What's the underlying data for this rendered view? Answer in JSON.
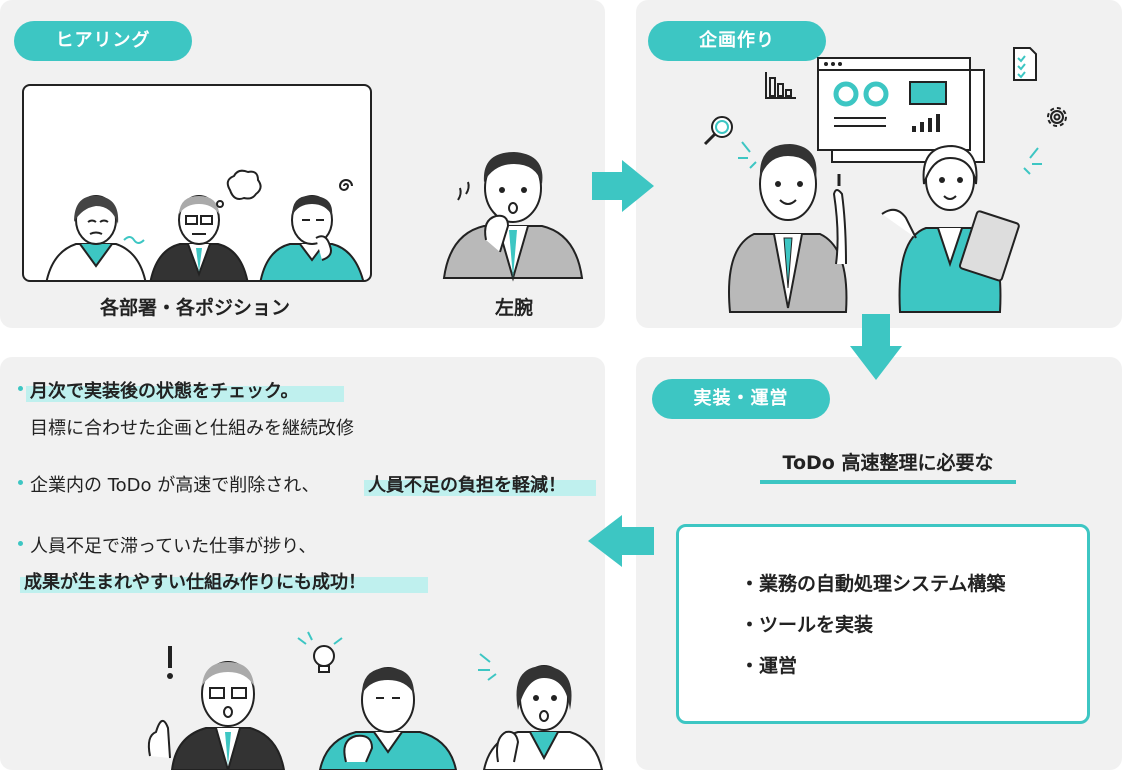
{
  "colors": {
    "accent": "#3dc6c3",
    "panel": "#f1f1f1",
    "highlight": "#bff0ee",
    "ink": "#222222"
  },
  "step1": {
    "title": "ヒアリング",
    "group_label": "各部署・各ポジション",
    "right_label": "左腕"
  },
  "step2": {
    "title": "企画作り"
  },
  "step3": {
    "title": "実装・運営",
    "subtitle": "ToDo 高速整理に必要な",
    "items": [
      "・業務の自動処理システム構築",
      "・ツールを実装",
      "・運営"
    ]
  },
  "step4": {
    "r1a": "月次で実装後の状態をチェック。",
    "r1b": "目標に合わせた企画と仕組みを継続改修",
    "r2a": "企業内の ToDo が高速で削除され、",
    "r2b": "人員不足の負担を軽減！",
    "r3a": "人員不足で滞っていた仕事が捗り、",
    "r3b": "成果が生まれやすい仕組み作りにも成功！"
  },
  "icons": [
    "bar-chart-icon",
    "magnifier-icon",
    "checklist-icon",
    "gear-icon",
    "lightbulb-icon",
    "exclamation-icon",
    "thought-bubble-icon"
  ]
}
